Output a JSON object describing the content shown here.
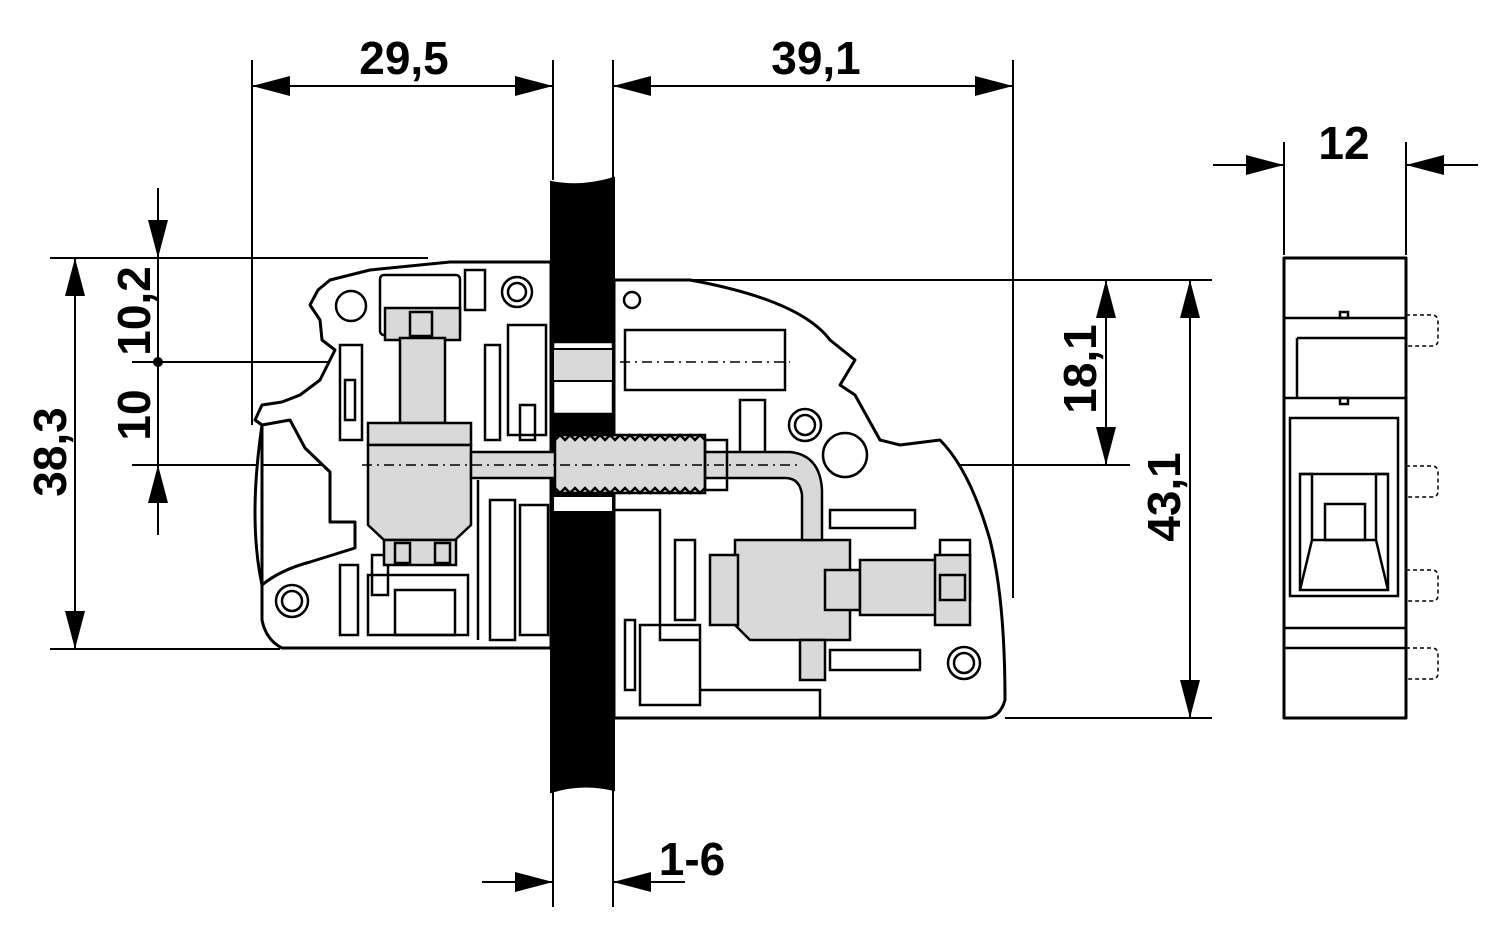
{
  "dimensions": {
    "width_left": "29,5",
    "width_right": "39,1",
    "height_left": "38,3",
    "offset_upper": "10,2",
    "offset_lower": "10",
    "height_right_upper": "18,1",
    "height_right": "43,1",
    "module_width": "12",
    "panel_thickness": "1-6"
  }
}
